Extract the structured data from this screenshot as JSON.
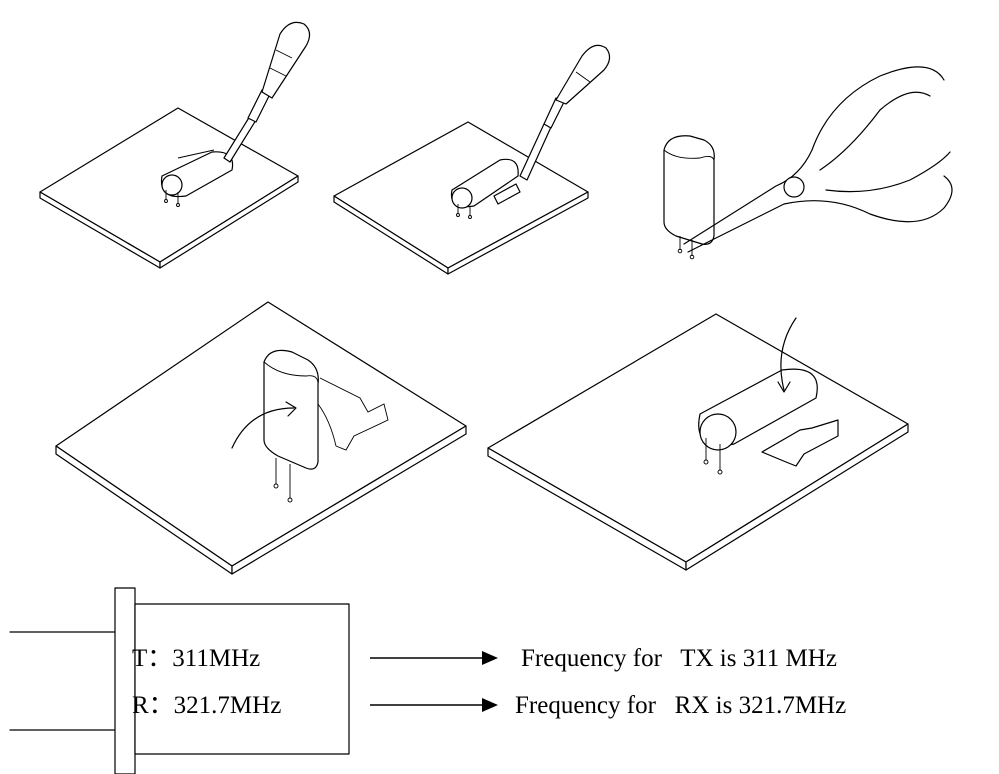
{
  "crystal_label": {
    "t_line": "T：311MHz",
    "r_line": "R：321.7MHz"
  },
  "notes": {
    "tx": "Frequency for   TX is 311 MHz",
    "rx": "Frequency for   RX is 321.7MHz"
  }
}
